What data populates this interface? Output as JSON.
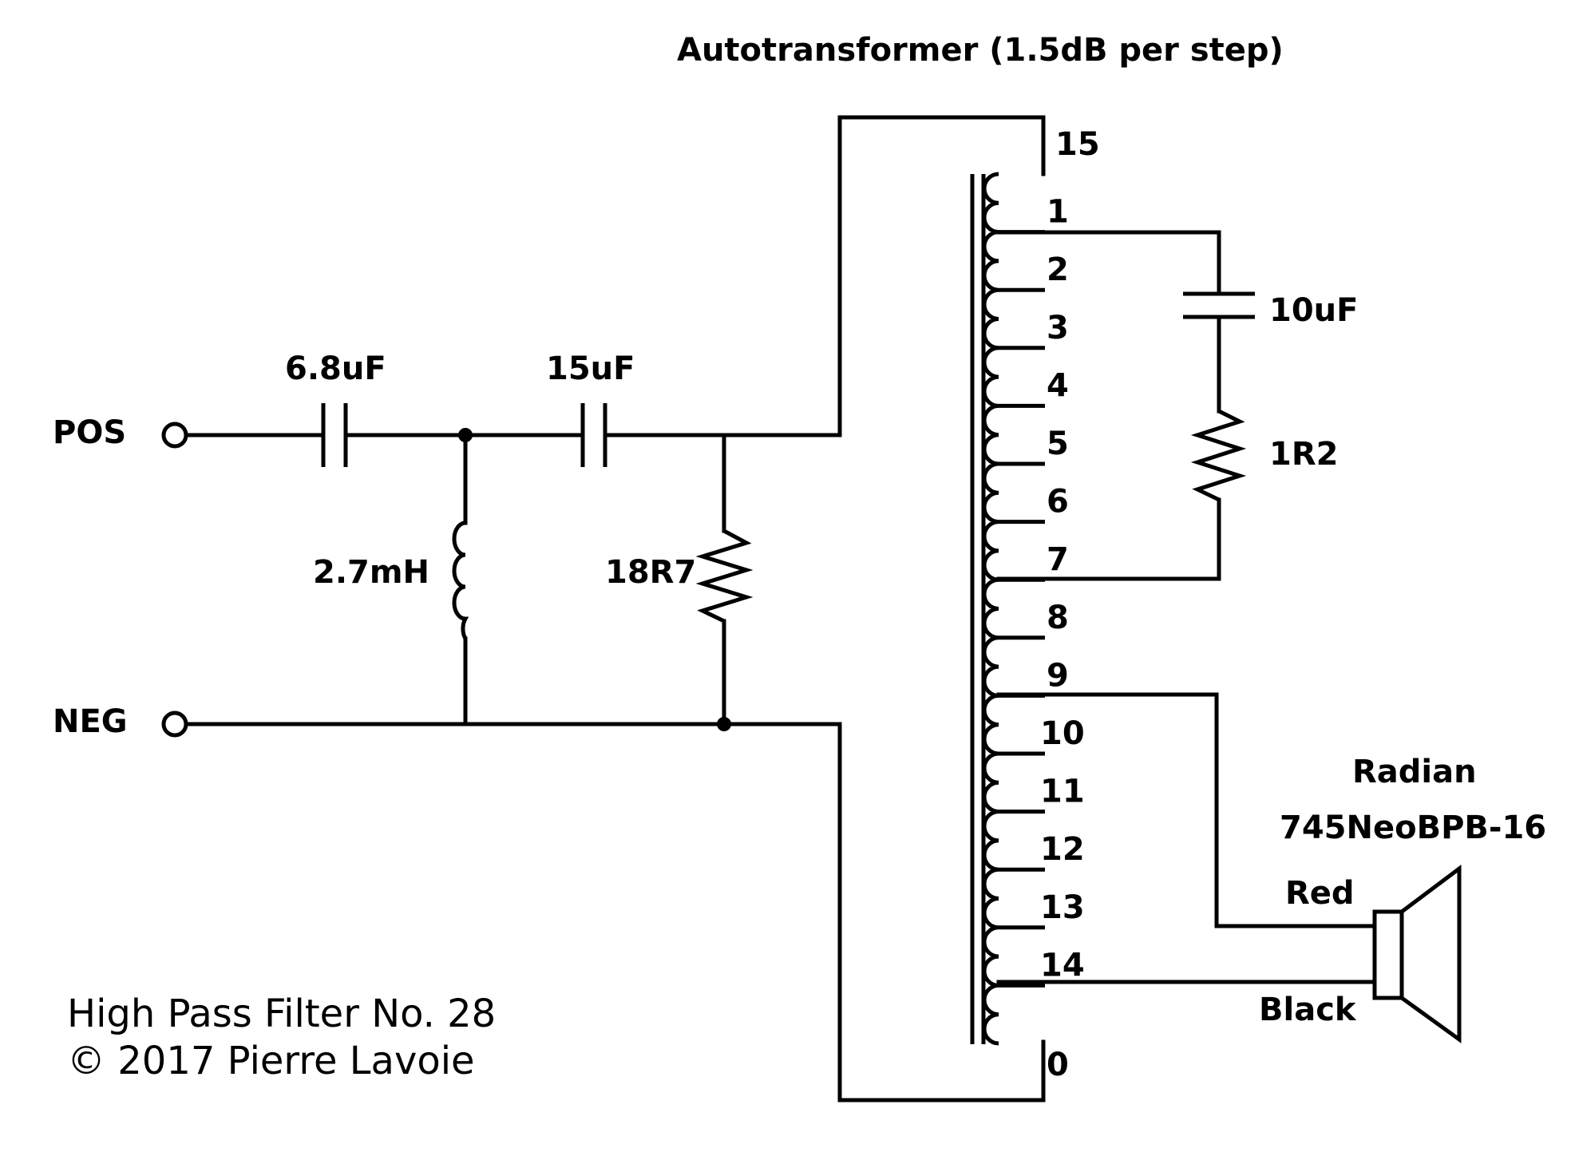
{
  "title": "Autotransformer (1.5dB per step)",
  "terminals": {
    "pos": "POS",
    "neg": "NEG"
  },
  "components": {
    "c1": "6.8uF",
    "c2": "15uF",
    "l1": "2.7mH",
    "r1": "18R7",
    "c3": "10uF",
    "r2": "1R2"
  },
  "taps": [
    "15",
    "1",
    "2",
    "3",
    "4",
    "5",
    "6",
    "7",
    "8",
    "9",
    "10",
    "11",
    "12",
    "13",
    "14",
    "0"
  ],
  "speaker": {
    "brand": "Radian",
    "model": "745NeoBPB-16",
    "wire_red": "Red",
    "wire_black": "Black"
  },
  "footer": {
    "line1": "High Pass Filter No. 28",
    "line2": "© 2017 Pierre Lavoie"
  }
}
